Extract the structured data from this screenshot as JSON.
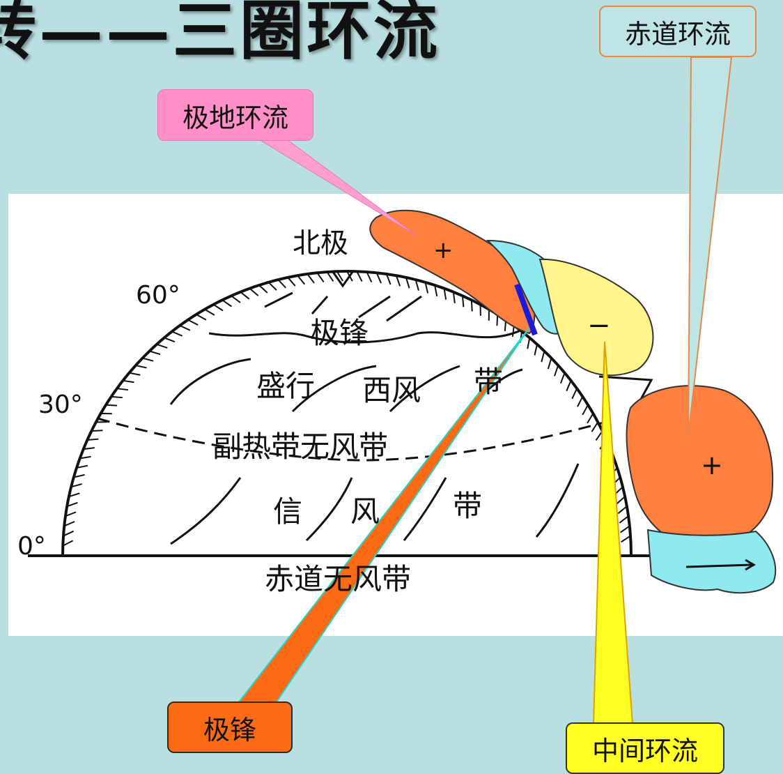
{
  "title": "转——三圈环流",
  "callouts": {
    "polar_cell": "极地环流",
    "equatorial_cell": "赤道环流",
    "polar_front": "极锋",
    "middle_cell": "中间环流"
  },
  "diagram": {
    "north_pole": "北极",
    "lat_60": "60°",
    "lat_30": "30°",
    "lat_0": "0°",
    "polar_front_label": "极锋",
    "westerlies": [
      "盛行",
      "西风",
      "带"
    ],
    "subtropical_calm": "副热带无风带",
    "trade_winds": [
      "信",
      "风",
      "带"
    ],
    "equatorial_calm": "赤道无风带",
    "sign_plus_polar": "+",
    "sign_minus_middle": "−",
    "sign_plus_equatorial": "+"
  },
  "colors": {
    "background": "#b9dfe0",
    "polar_cell": "#ff7f3f",
    "middle_cell": "#fff58a",
    "equatorial_cell": "#ff7f3f",
    "cold_air": "#8feaf0",
    "polar_front_line": "#1a1ad8"
  }
}
